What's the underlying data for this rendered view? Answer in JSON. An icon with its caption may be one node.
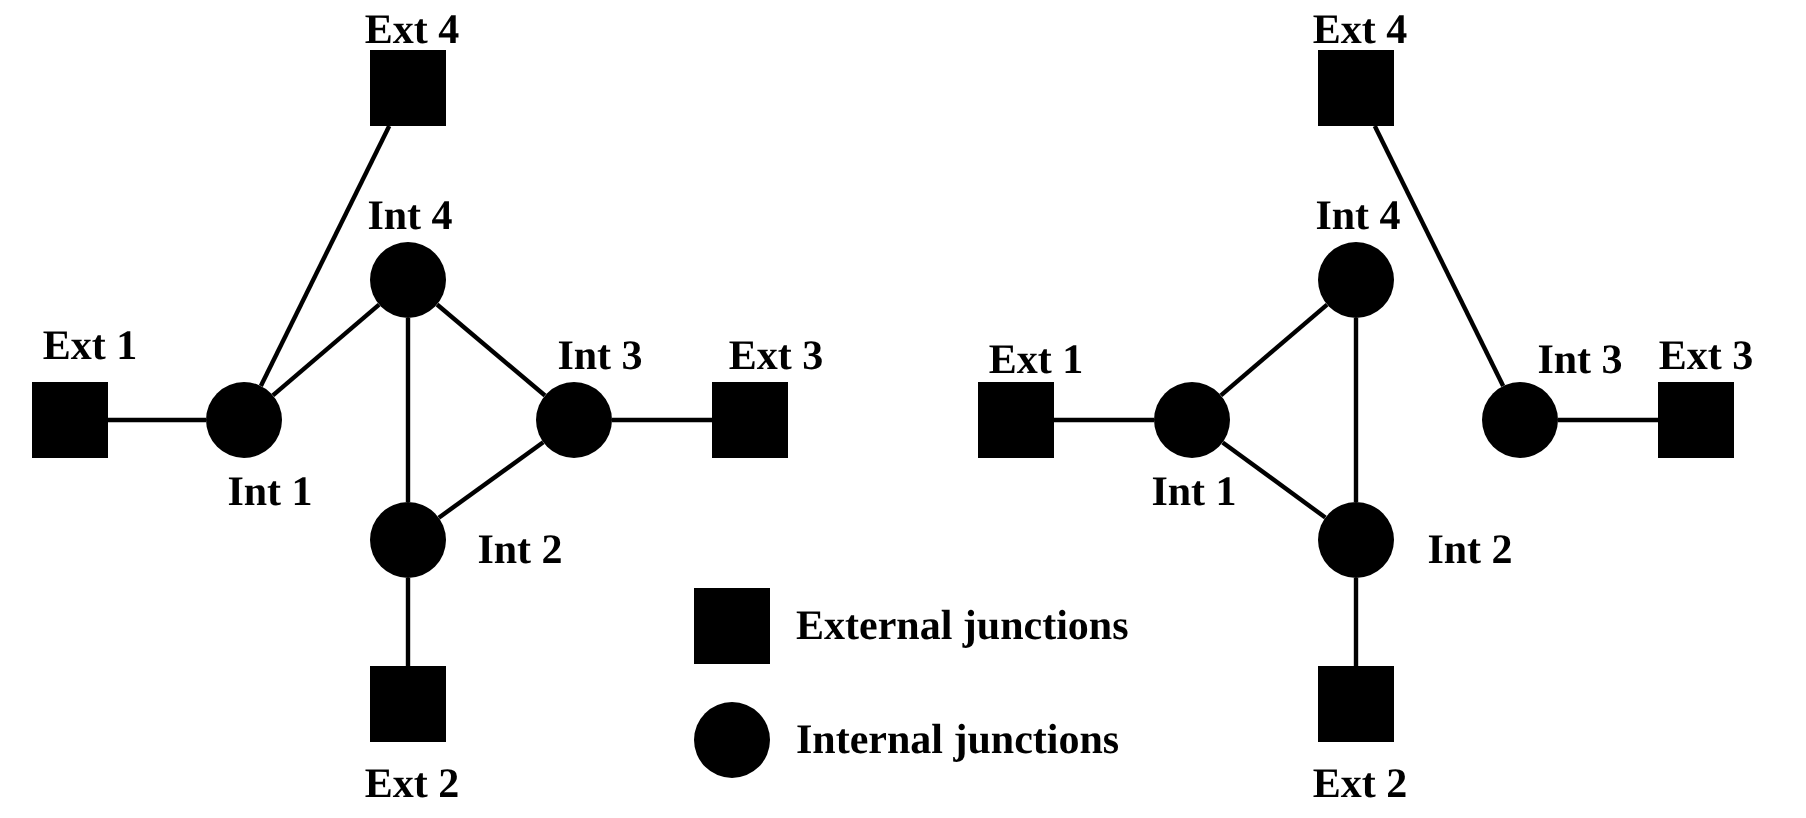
{
  "diagram": {
    "nodes": [
      {
        "text": [
          "Ext 4"
        ]
      },
      {
        "text": [
          "Int 4"
        ]
      },
      {
        "text": [
          "Ext 1"
        ]
      },
      {
        "text": [
          "Int 1"
        ]
      },
      {
        "text": [
          "Int 3"
        ]
      },
      {
        "text": [
          "Ext 3"
        ]
      },
      {
        "text": [
          "Int 2"
        ]
      },
      {
        "text": [
          "Ext 2"
        ]
      },
      {
        "text": [
          "Ext 4"
        ]
      },
      {
        "text": [
          "Int 4"
        ]
      },
      {
        "text": [
          "Ext 1"
        ]
      },
      {
        "text": [
          "Int 1"
        ]
      },
      {
        "text": [
          "Int 3"
        ]
      },
      {
        "text": [
          "Ext 3"
        ]
      },
      {
        "text": [
          "Int 2"
        ]
      },
      {
        "text": [
          "Ext 2"
        ]
      }
    ],
    "edges": [
      {
        "from": 2,
        "to": 3,
        "arrow": "none"
      },
      {
        "from": 3,
        "to": 0,
        "arrow": "none"
      },
      {
        "from": 3,
        "to": 1,
        "arrow": "none"
      },
      {
        "from": 1,
        "to": 4,
        "arrow": "none"
      },
      {
        "from": 1,
        "to": 6,
        "arrow": "none"
      },
      {
        "from": 4,
        "to": 6,
        "arrow": "none"
      },
      {
        "from": 4,
        "to": 5,
        "arrow": "none"
      },
      {
        "from": 6,
        "to": 7,
        "arrow": "none"
      },
      {
        "from": 10,
        "to": 11,
        "arrow": "none"
      },
      {
        "from": 11,
        "to": 9,
        "arrow": "none"
      },
      {
        "from": 11,
        "to": 14,
        "arrow": "none"
      },
      {
        "from": 9,
        "to": 14,
        "arrow": "none"
      },
      {
        "from": 8,
        "to": 12,
        "arrow": "none"
      },
      {
        "from": 12,
        "to": 13,
        "arrow": "none"
      },
      {
        "from": 14,
        "to": 15,
        "arrow": "none"
      }
    ],
    "legend": [
      {
        "text": "External junctions",
        "color": "#000000"
      },
      {
        "text": "Internal junctions",
        "color": "#000000"
      }
    ]
  }
}
